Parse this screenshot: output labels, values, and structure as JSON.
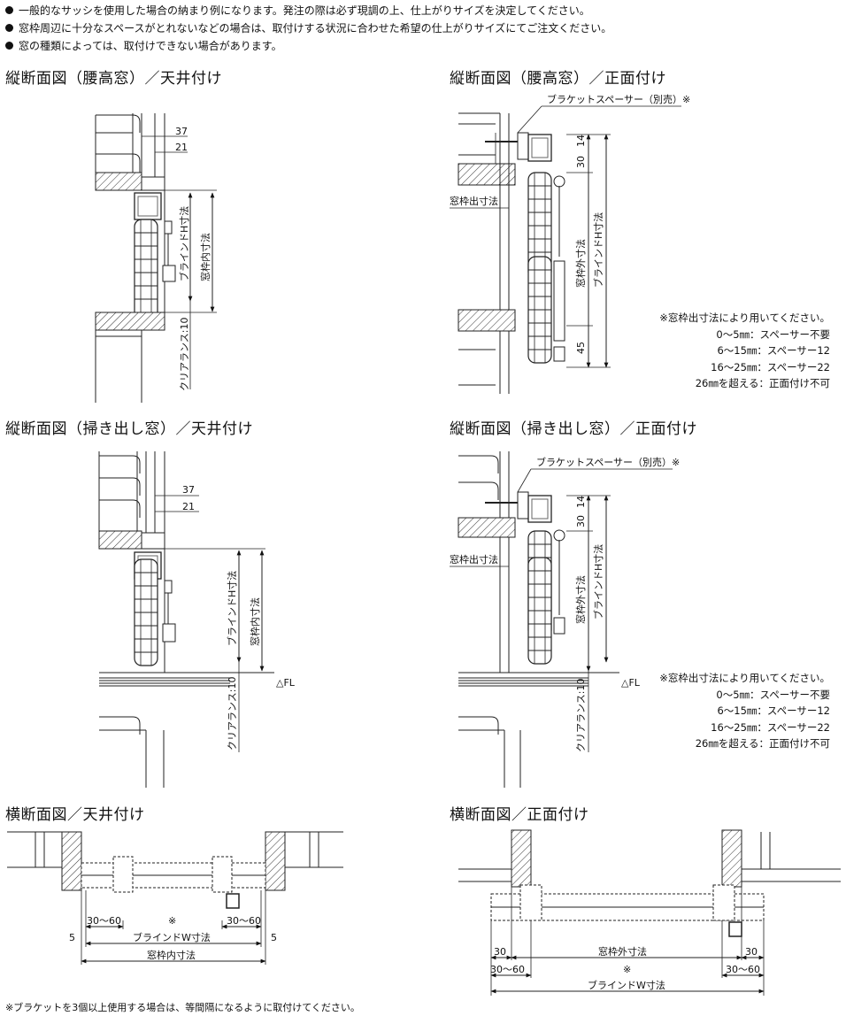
{
  "notes": [
    "一般的なサッシを使用した場合の納まり例になります。発注の際は必ず現調の上、仕上がりサイズを決定してください。",
    "窓枠周辺に十分なスペースがとれないなどの場合は、取付けする状況に合わせた希望の仕上がりサイズにてご注文ください。",
    "窓の種類によっては、取付けできない場合があります。"
  ],
  "sections": {
    "koshi_tenjo": {
      "title": "縦断面図（腰高窓）／天井付け"
    },
    "koshi_shomen": {
      "title": "縦断面図（腰高窓）／正面付け"
    },
    "hakidashi_tenjo": {
      "title": "縦断面図（掃き出し窓）／天井付け"
    },
    "hakidashi_shomen": {
      "title": "縦断面図（掃き出し窓）／正面付け"
    },
    "yoko_tenjo": {
      "title": "横断面図／天井付け"
    },
    "yoko_shomen": {
      "title": "横断面図／正面付け"
    }
  },
  "labels": {
    "dim_37": "37",
    "dim_21": "21",
    "dim_30": "30",
    "dim_14": "14",
    "dim_45": "45",
    "dim_5": "5",
    "blind_h": "ブラインドH寸法",
    "waku_uchi": "窓枠内寸法",
    "waku_soto": "窓枠外寸法",
    "waku_de": "窓枠出寸法",
    "clearance": "クリアランス:10",
    "bracket_spacer": "ブラケットスペーサー（別売）※",
    "fl": "△FL",
    "range_30_60": "30〜60",
    "blind_w": "ブラインドW寸法",
    "asterisk": "※"
  },
  "spacer_table": {
    "heading": "※窓枠出寸法により用いてください。",
    "rows": [
      "0〜5㎜：スペーサー不要",
      "6〜15㎜：スペーサー12",
      "16〜25㎜：スペーサー22",
      "26㎜を超える：正面付け不可"
    ]
  },
  "footnote": "※ブラケットを3個以上使用する場合は、等間隔になるように取付けてください。"
}
